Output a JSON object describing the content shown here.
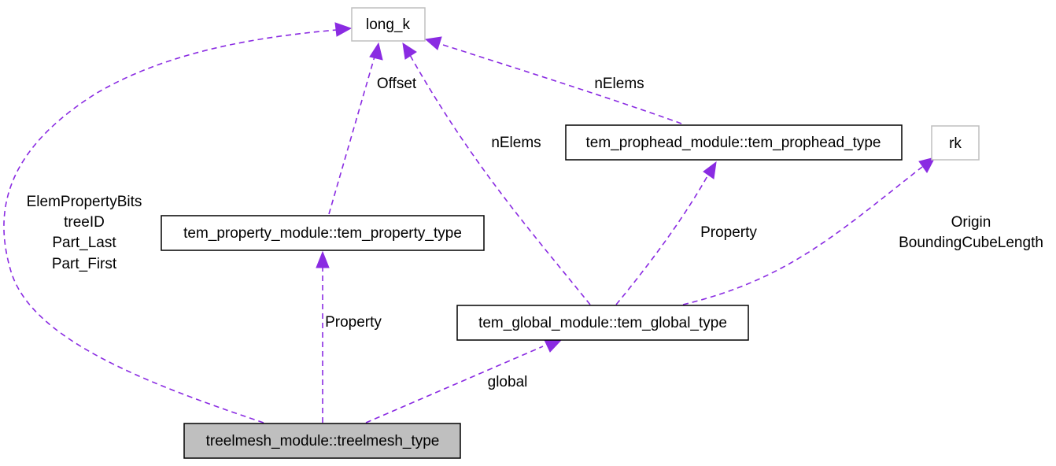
{
  "nodes": {
    "long_k": "long_k",
    "rk": "rk",
    "prophead": "tem_prophead_module::tem_prophead_type",
    "property": "tem_property_module::tem_property_type",
    "global": "tem_global_module::tem_global_type",
    "treelmesh": "treelmesh_module::treelmesh_type"
  },
  "edge_labels": {
    "treelmesh_to_long_k": [
      "ElemPropertyBits",
      "treeID",
      "Part_Last",
      "Part_First"
    ],
    "property_to_long_k": "Offset",
    "global_to_long_k": "nElems",
    "prophead_to_long_k": "nElems",
    "global_to_prophead": "Property",
    "global_to_rk": [
      "Origin",
      "BoundingCubeLength"
    ],
    "treelmesh_to_property": "Property",
    "treelmesh_to_global": "global"
  },
  "colors": {
    "edge": "#8a2be2",
    "main_node_fill": "#bfbfbf",
    "external_node_border": "#bfbfbf"
  }
}
